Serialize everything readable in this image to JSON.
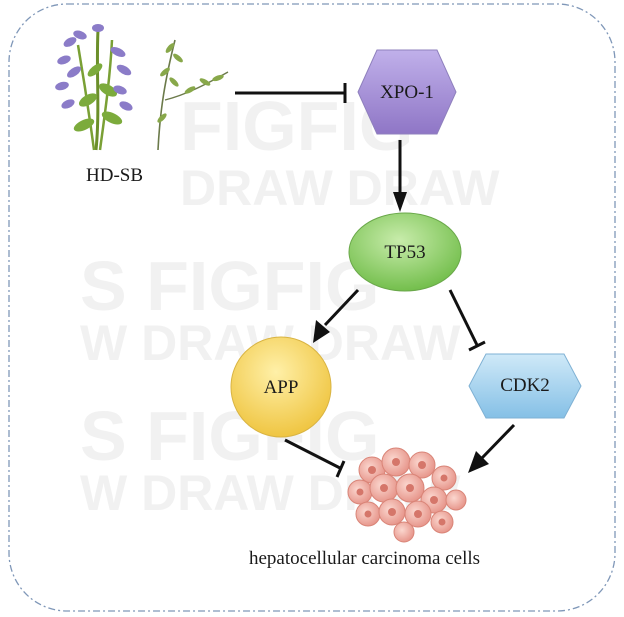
{
  "nodes": {
    "herb": {
      "label": "HD-SB",
      "icon": "skullcap-herb-icon"
    },
    "xpo1": {
      "label": "XPO-1",
      "shape": "hexagon",
      "color": "#a58fd6"
    },
    "tp53": {
      "label": "TP53",
      "shape": "ellipse",
      "color": "#8fd16a"
    },
    "app": {
      "label": "APP",
      "shape": "circle",
      "color": "#f5d45a"
    },
    "cdk2": {
      "label": "CDK2",
      "shape": "hexagon",
      "color": "#9fd0ee"
    },
    "cells": {
      "label": "hepatocellular carcinoma cells",
      "icon": "tumor-cells-icon",
      "color": "#eea49a"
    }
  },
  "edges": [
    {
      "from": "herb",
      "to": "xpo1",
      "type": "inhibition"
    },
    {
      "from": "xpo1",
      "to": "tp53",
      "type": "activation"
    },
    {
      "from": "tp53",
      "to": "app",
      "type": "activation"
    },
    {
      "from": "tp53",
      "to": "cdk2",
      "type": "inhibition"
    },
    {
      "from": "app",
      "to": "cells",
      "type": "inhibition"
    },
    {
      "from": "cdk2",
      "to": "cells",
      "type": "activation"
    }
  ],
  "watermark": {
    "words": [
      "FIGDRAW",
      "FIG",
      "DRAW"
    ],
    "color": "#f0f0f0"
  },
  "frame": {
    "border_color": "#7f97b8",
    "style": "dash-dot"
  }
}
